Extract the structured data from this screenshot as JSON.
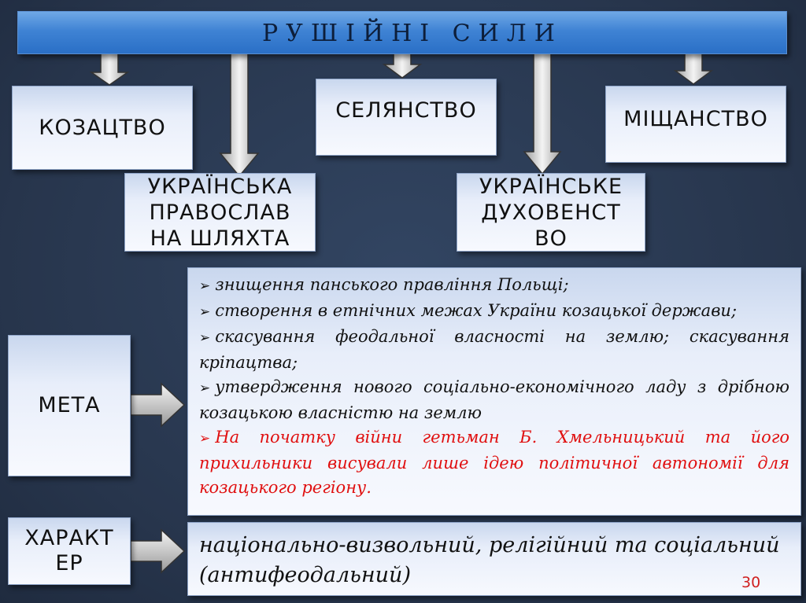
{
  "title": "РУШІЙНІ СИЛИ",
  "forces": {
    "kozatstvo": "КОЗАЦТВО",
    "selianstvo": "СЕЛЯНСТВО",
    "mishchanstvo": "МІЩАНСТВО",
    "shliakhta": [
      "УКРАЇНСЬКА",
      "ПРАВОСЛАВ",
      "НА ШЛЯХТА"
    ],
    "dukhovenstvo": [
      "УКРАЇНСЬКЕ",
      "ДУХОВЕНСТ",
      "ВО"
    ]
  },
  "goal": {
    "label": "МЕТА",
    "items": [
      "знищення панського правління Польщі;",
      "створення в етнічних межах України козацької держави;",
      "скасування феодальної власності на землю; скасування кріпацтва;",
      "утвердження нового соціально-економічного ладу з дрібною козацькою власністю на землю"
    ],
    "highlight": "На початку війни гетьман Б. Хмельницький та його прихильники висували лише ідею політичної автономії для козацького регіону."
  },
  "character": {
    "label": [
      "ХАРАКТ",
      "ЕР"
    ],
    "text": "національно-визвольний, релігійний та соціальний (антифеодальний)"
  },
  "page_number": "30",
  "colors": {
    "background": "#2b3a52",
    "title_bar": "#3f83d4",
    "highlight_text": "#e01010",
    "page_number": "#d02020"
  }
}
